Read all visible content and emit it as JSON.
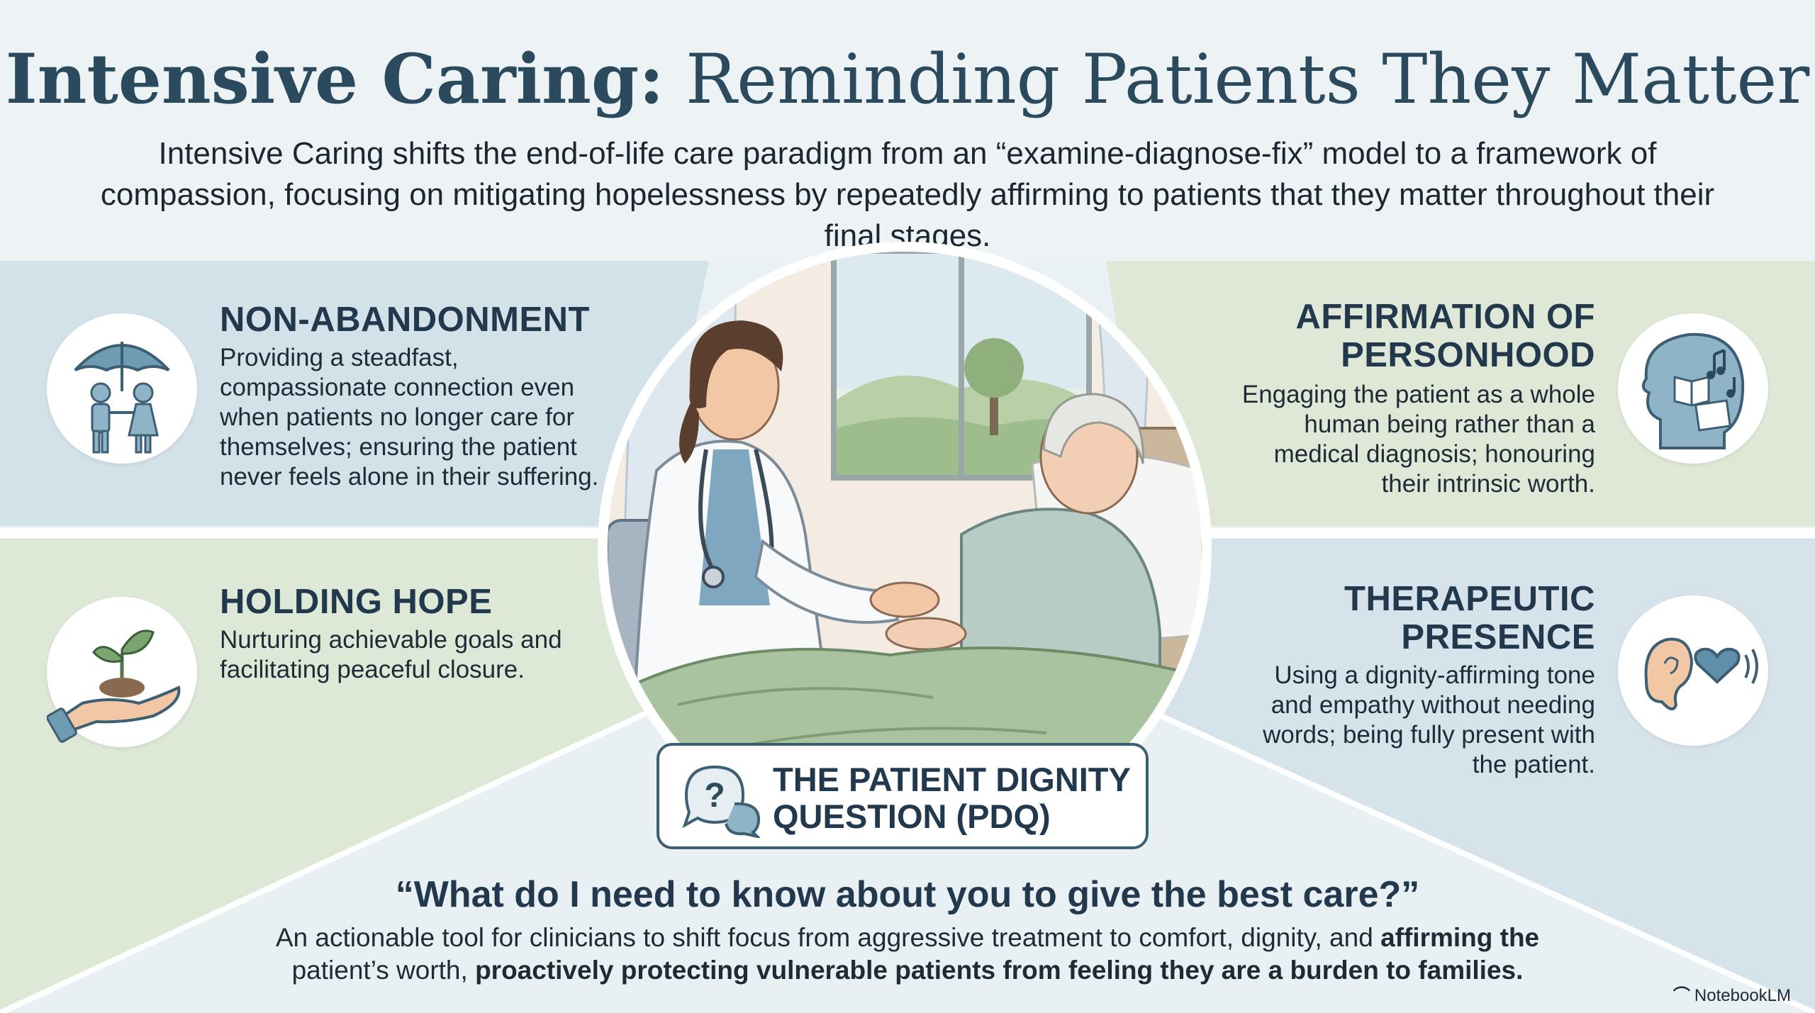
{
  "header": {
    "title_strong": "Intensive Caring:",
    "title_rest": " Reminding Patients They Matter",
    "subtitle": "Intensive Caring shifts the end-of-life care paradigm from an “examine-diagnose-fix” model to a framework of compassion, focusing on mitigating hopelessness by repeatedly affirming to patients that they matter throughout their final stages."
  },
  "sections": {
    "non_abandonment": {
      "title": "NON-ABANDONMENT",
      "body": "Providing a steadfast, compassionate connection even when patients no longer care for themselves; ensuring the patient never feels alone in their suffering.",
      "icon": "umbrella-people-icon"
    },
    "holding_hope": {
      "title": "HOLDING HOPE",
      "body": "Nurturing achievable goals and facilitating peaceful closure.",
      "icon": "hand-sprout-icon"
    },
    "affirmation": {
      "title_line1": "AFFIRMATION OF",
      "title_line2": "PERSONHOOD",
      "body": "Engaging the patient as a whole human being rather than a medical diagnosis; honouring their intrinsic worth.",
      "icon": "head-memories-icon"
    },
    "therapeutic": {
      "title_line1": "THERAPEUTIC",
      "title_line2": "PRESENCE",
      "body": "Using a dignity-affirming tone and empathy without needing words; being fully present with the patient.",
      "icon": "ear-heart-icon"
    }
  },
  "pdq": {
    "title": "THE PATIENT DIGNITY QUESTION (PDQ)",
    "icon": "question-bubble-icon",
    "quote": "“What do I need to know about you to give the best care?”",
    "body_regular": "An actionable tool for clinicians to shift focus from aggressive treatment to comfort, dignity, and ",
    "body_bold_1": "affirming the",
    "body_regular_2": " patient’s worth, ",
    "body_bold_2": "proactively protecting vulnerable patients from feeling they are a burden to families."
  },
  "illustration": "doctor-holding-patient-hand-illustration",
  "brand": "NotebookLM",
  "colors": {
    "title": "#2c4a5e",
    "blue_panel": "#d2e0e8",
    "green_panel": "#dde8d8",
    "accent": "#3c5f73"
  }
}
